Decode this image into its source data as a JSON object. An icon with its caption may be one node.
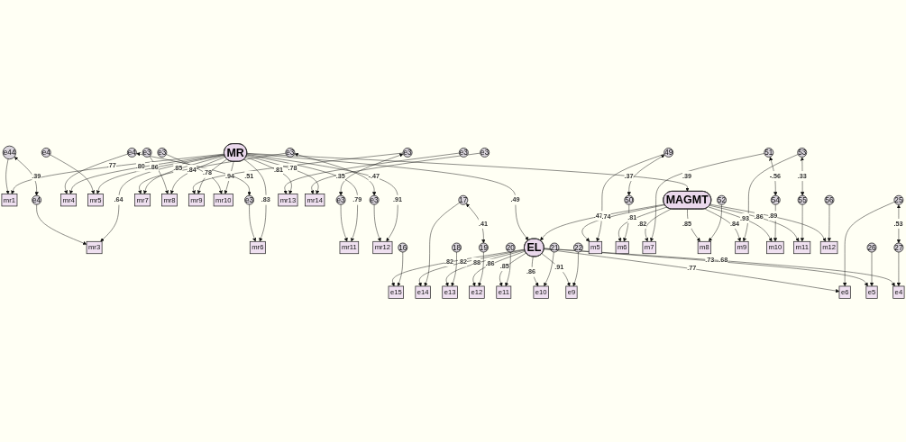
{
  "diagram": {
    "nodes": [
      {
        "text": [
          "e44"
        ]
      },
      {
        "text": [
          "mr1"
        ]
      },
      {
        "text": [
          "e4"
        ]
      },
      {
        "text": [
          "mr3"
        ]
      },
      {
        "text": [
          "e4"
        ]
      },
      {
        "text": [
          "mr4"
        ]
      },
      {
        "text": [
          "e4"
        ]
      },
      {
        "text": [
          "mr5"
        ]
      },
      {
        "text": [
          "e3"
        ]
      },
      {
        "text": [
          "mr6"
        ]
      },
      {
        "text": [
          "e3"
        ]
      },
      {
        "text": [
          "mr7"
        ]
      },
      {
        "text": [
          "e3"
        ]
      },
      {
        "text": [
          "mr8"
        ]
      },
      {
        "text": [
          "e3"
        ]
      },
      {
        "text": [
          "mr9"
        ]
      },
      {
        "text": [
          "e3"
        ]
      },
      {
        "text": [
          "mr10"
        ]
      },
      {
        "text": [
          "e3"
        ]
      },
      {
        "text": [
          "mr11"
        ]
      },
      {
        "text": [
          "e3"
        ]
      },
      {
        "text": [
          "mr12"
        ]
      },
      {
        "text": [
          "e3"
        ]
      },
      {
        "text": [
          "mr13"
        ]
      },
      {
        "text": [
          "e3"
        ]
      },
      {
        "text": [
          "mr14"
        ]
      },
      {
        "text": [
          "EL"
        ]
      },
      {
        "text": [
          "MR"
        ]
      },
      {
        "text": [
          "MAGMT"
        ]
      },
      {
        "text": [
          "e15"
        ]
      },
      {
        "text": [
          "16"
        ]
      },
      {
        "text": [
          "e14"
        ]
      },
      {
        "text": [
          "17"
        ]
      },
      {
        "text": [
          "e13"
        ]
      },
      {
        "text": [
          "18"
        ]
      },
      {
        "text": [
          "e12"
        ]
      },
      {
        "text": [
          "19"
        ]
      },
      {
        "text": [
          "e11"
        ]
      },
      {
        "text": [
          "20"
        ]
      },
      {
        "text": [
          "e10"
        ]
      },
      {
        "text": [
          "21"
        ]
      },
      {
        "text": [
          "e9"
        ]
      },
      {
        "text": [
          "22"
        ]
      },
      {
        "text": [
          "e6"
        ]
      },
      {
        "text": [
          "25"
        ]
      },
      {
        "text": [
          "e5"
        ]
      },
      {
        "text": [
          "26"
        ]
      },
      {
        "text": [
          "e4"
        ]
      },
      {
        "text": [
          "27"
        ]
      },
      {
        "text": [
          "m5"
        ]
      },
      {
        "text": [
          "49"
        ]
      },
      {
        "text": [
          "m6"
        ]
      },
      {
        "text": [
          "50"
        ]
      },
      {
        "text": [
          "m7"
        ]
      },
      {
        "text": [
          "51"
        ]
      },
      {
        "text": [
          "m8"
        ]
      },
      {
        "text": [
          "52"
        ]
      },
      {
        "text": [
          "m9"
        ]
      },
      {
        "text": [
          "53"
        ]
      },
      {
        "text": [
          "m10"
        ]
      },
      {
        "text": [
          "54"
        ]
      },
      {
        "text": [
          "m11"
        ]
      },
      {
        "text": [
          "55"
        ]
      },
      {
        "text": [
          "m12"
        ]
      },
      {
        "text": [
          "56"
        ]
      }
    ],
    "edges": [
      {
        "from": 0,
        "to": 1,
        "arrow": "to"
      },
      {
        "from": 2,
        "to": 3,
        "arrow": "to"
      },
      {
        "from": 4,
        "to": 5,
        "arrow": "to"
      },
      {
        "from": 6,
        "to": 7,
        "arrow": "to"
      },
      {
        "from": 8,
        "to": 9,
        "arrow": "to"
      },
      {
        "from": 10,
        "to": 11,
        "arrow": "to"
      },
      {
        "from": 12,
        "to": 13,
        "arrow": "to"
      },
      {
        "from": 14,
        "to": 15,
        "arrow": "to"
      },
      {
        "from": 16,
        "to": 17,
        "arrow": "to"
      },
      {
        "from": 18,
        "to": 19,
        "arrow": "to"
      },
      {
        "from": 20,
        "to": 21,
        "arrow": "to"
      },
      {
        "from": 22,
        "to": 23,
        "arrow": "to"
      },
      {
        "from": 24,
        "to": 25,
        "arrow": "to"
      },
      {
        "from": 0,
        "to": 2,
        "arrow": "both",
        "label": ".39"
      },
      {
        "from": 4,
        "to": 8,
        "arrow": "both",
        "label": ".51"
      },
      {
        "from": 10,
        "to": 20,
        "arrow": "both",
        "label": "-.47"
      },
      {
        "from": 14,
        "to": 18,
        "arrow": "both",
        "label": ".35"
      },
      {
        "from": 27,
        "to": 1,
        "arrow": "to",
        "label": ".77"
      },
      {
        "from": 27,
        "to": 3,
        "arrow": "to",
        "label": ".64"
      },
      {
        "from": 27,
        "to": 5,
        "arrow": "to",
        "label": ".80"
      },
      {
        "from": 27,
        "to": 7,
        "arrow": "to",
        "label": ".86"
      },
      {
        "from": 27,
        "to": 9,
        "arrow": "to",
        "label": ".83"
      },
      {
        "from": 27,
        "to": 11,
        "arrow": "to",
        "label": ".85"
      },
      {
        "from": 27,
        "to": 13,
        "arrow": "to",
        "label": ".84"
      },
      {
        "from": 27,
        "to": 15,
        "arrow": "to",
        "label": ".78"
      },
      {
        "from": 27,
        "to": 17,
        "arrow": "to",
        "label": ".94"
      },
      {
        "from": 27,
        "to": 19,
        "arrow": "to",
        "label": ".79"
      },
      {
        "from": 27,
        "to": 21,
        "arrow": "to",
        "label": ".91"
      },
      {
        "from": 27,
        "to": 23,
        "arrow": "to",
        "label": ".81"
      },
      {
        "from": 27,
        "to": 25,
        "arrow": "to",
        "label": ".78"
      },
      {
        "from": 27,
        "to": 26,
        "arrow": "to",
        "label": ".49"
      },
      {
        "from": 27,
        "to": 28,
        "arrow": "to",
        "label": ".39"
      },
      {
        "from": 28,
        "to": 26,
        "arrow": "to",
        "label": ".47"
      },
      {
        "from": 26,
        "to": 29,
        "arrow": "to",
        "label": ".82"
      },
      {
        "from": 26,
        "to": 31,
        "arrow": "to",
        "label": ".82"
      },
      {
        "from": 26,
        "to": 33,
        "arrow": "to",
        "label": ".88"
      },
      {
        "from": 26,
        "to": 35,
        "arrow": "to",
        "label": ".86"
      },
      {
        "from": 26,
        "to": 37,
        "arrow": "to",
        "label": ".85"
      },
      {
        "from": 26,
        "to": 39,
        "arrow": "to",
        "label": ".86"
      },
      {
        "from": 26,
        "to": 41,
        "arrow": "to",
        "label": ".91"
      },
      {
        "from": 26,
        "to": 43,
        "arrow": "to",
        "label": ".77"
      },
      {
        "from": 26,
        "to": 45,
        "arrow": "to",
        "label": ".73"
      },
      {
        "from": 26,
        "to": 47,
        "arrow": "to",
        "label": ".68"
      },
      {
        "from": 30,
        "to": 29,
        "arrow": "to"
      },
      {
        "from": 32,
        "to": 31,
        "arrow": "to"
      },
      {
        "from": 34,
        "to": 33,
        "arrow": "to"
      },
      {
        "from": 36,
        "to": 35,
        "arrow": "to"
      },
      {
        "from": 38,
        "to": 37,
        "arrow": "to"
      },
      {
        "from": 40,
        "to": 39,
        "arrow": "to"
      },
      {
        "from": 42,
        "to": 41,
        "arrow": "to"
      },
      {
        "from": 44,
        "to": 43,
        "arrow": "to"
      },
      {
        "from": 46,
        "to": 45,
        "arrow": "to"
      },
      {
        "from": 48,
        "to": 47,
        "arrow": "to"
      },
      {
        "from": 32,
        "to": 36,
        "arrow": "both",
        "label": ".41"
      },
      {
        "from": 44,
        "to": 48,
        "arrow": "both",
        "label": ".53"
      },
      {
        "from": 28,
        "to": 49,
        "arrow": "to",
        "label": ".74"
      },
      {
        "from": 28,
        "to": 51,
        "arrow": "to",
        "label": ".81"
      },
      {
        "from": 28,
        "to": 53,
        "arrow": "to",
        "label": ".82"
      },
      {
        "from": 28,
        "to": 55,
        "arrow": "to",
        "label": ".85"
      },
      {
        "from": 28,
        "to": 57,
        "arrow": "to",
        "label": ".84"
      },
      {
        "from": 28,
        "to": 59,
        "arrow": "to",
        "label": ".93"
      },
      {
        "from": 28,
        "to": 61,
        "arrow": "to",
        "label": ".86"
      },
      {
        "from": 28,
        "to": 63,
        "arrow": "to",
        "label": ".89"
      },
      {
        "from": 50,
        "to": 49,
        "arrow": "to"
      },
      {
        "from": 52,
        "to": 51,
        "arrow": "to"
      },
      {
        "from": 54,
        "to": 53,
        "arrow": "to"
      },
      {
        "from": 56,
        "to": 55,
        "arrow": "to"
      },
      {
        "from": 58,
        "to": 57,
        "arrow": "to"
      },
      {
        "from": 60,
        "to": 59,
        "arrow": "to"
      },
      {
        "from": 62,
        "to": 61,
        "arrow": "to"
      },
      {
        "from": 64,
        "to": 63,
        "arrow": "to"
      },
      {
        "from": 50,
        "to": 52,
        "arrow": "both",
        "label": ".37"
      },
      {
        "from": 54,
        "to": 60,
        "arrow": "both",
        "label": "-.56"
      },
      {
        "from": 58,
        "to": 62,
        "arrow": "both",
        "label": ".33"
      }
    ]
  }
}
